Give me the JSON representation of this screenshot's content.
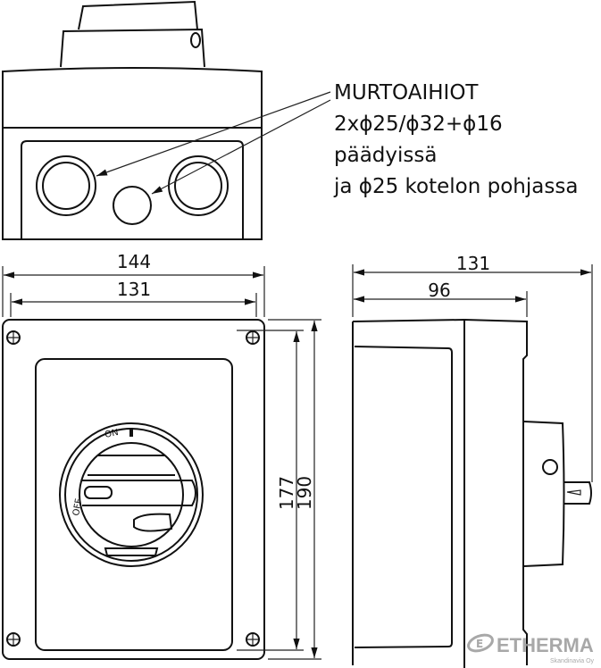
{
  "annotation": {
    "line1": "MURTOAIHIOT",
    "line2": "2xϕ25/ϕ32+ϕ16",
    "line3": "päädyissä",
    "line4": "ja ϕ25 kotelon pohjassa"
  },
  "front_view": {
    "width_outer": "144",
    "width_inner": "131",
    "height_inner": "177",
    "height_outer": "190",
    "dial_on_label": "ON",
    "dial_off_label": "OFF"
  },
  "side_view": {
    "depth_total": "131",
    "depth_body": "96"
  },
  "logo": {
    "name": "ETHERMA",
    "subtitle": "Skandinavia Oy",
    "color": "#9a9a9a"
  }
}
